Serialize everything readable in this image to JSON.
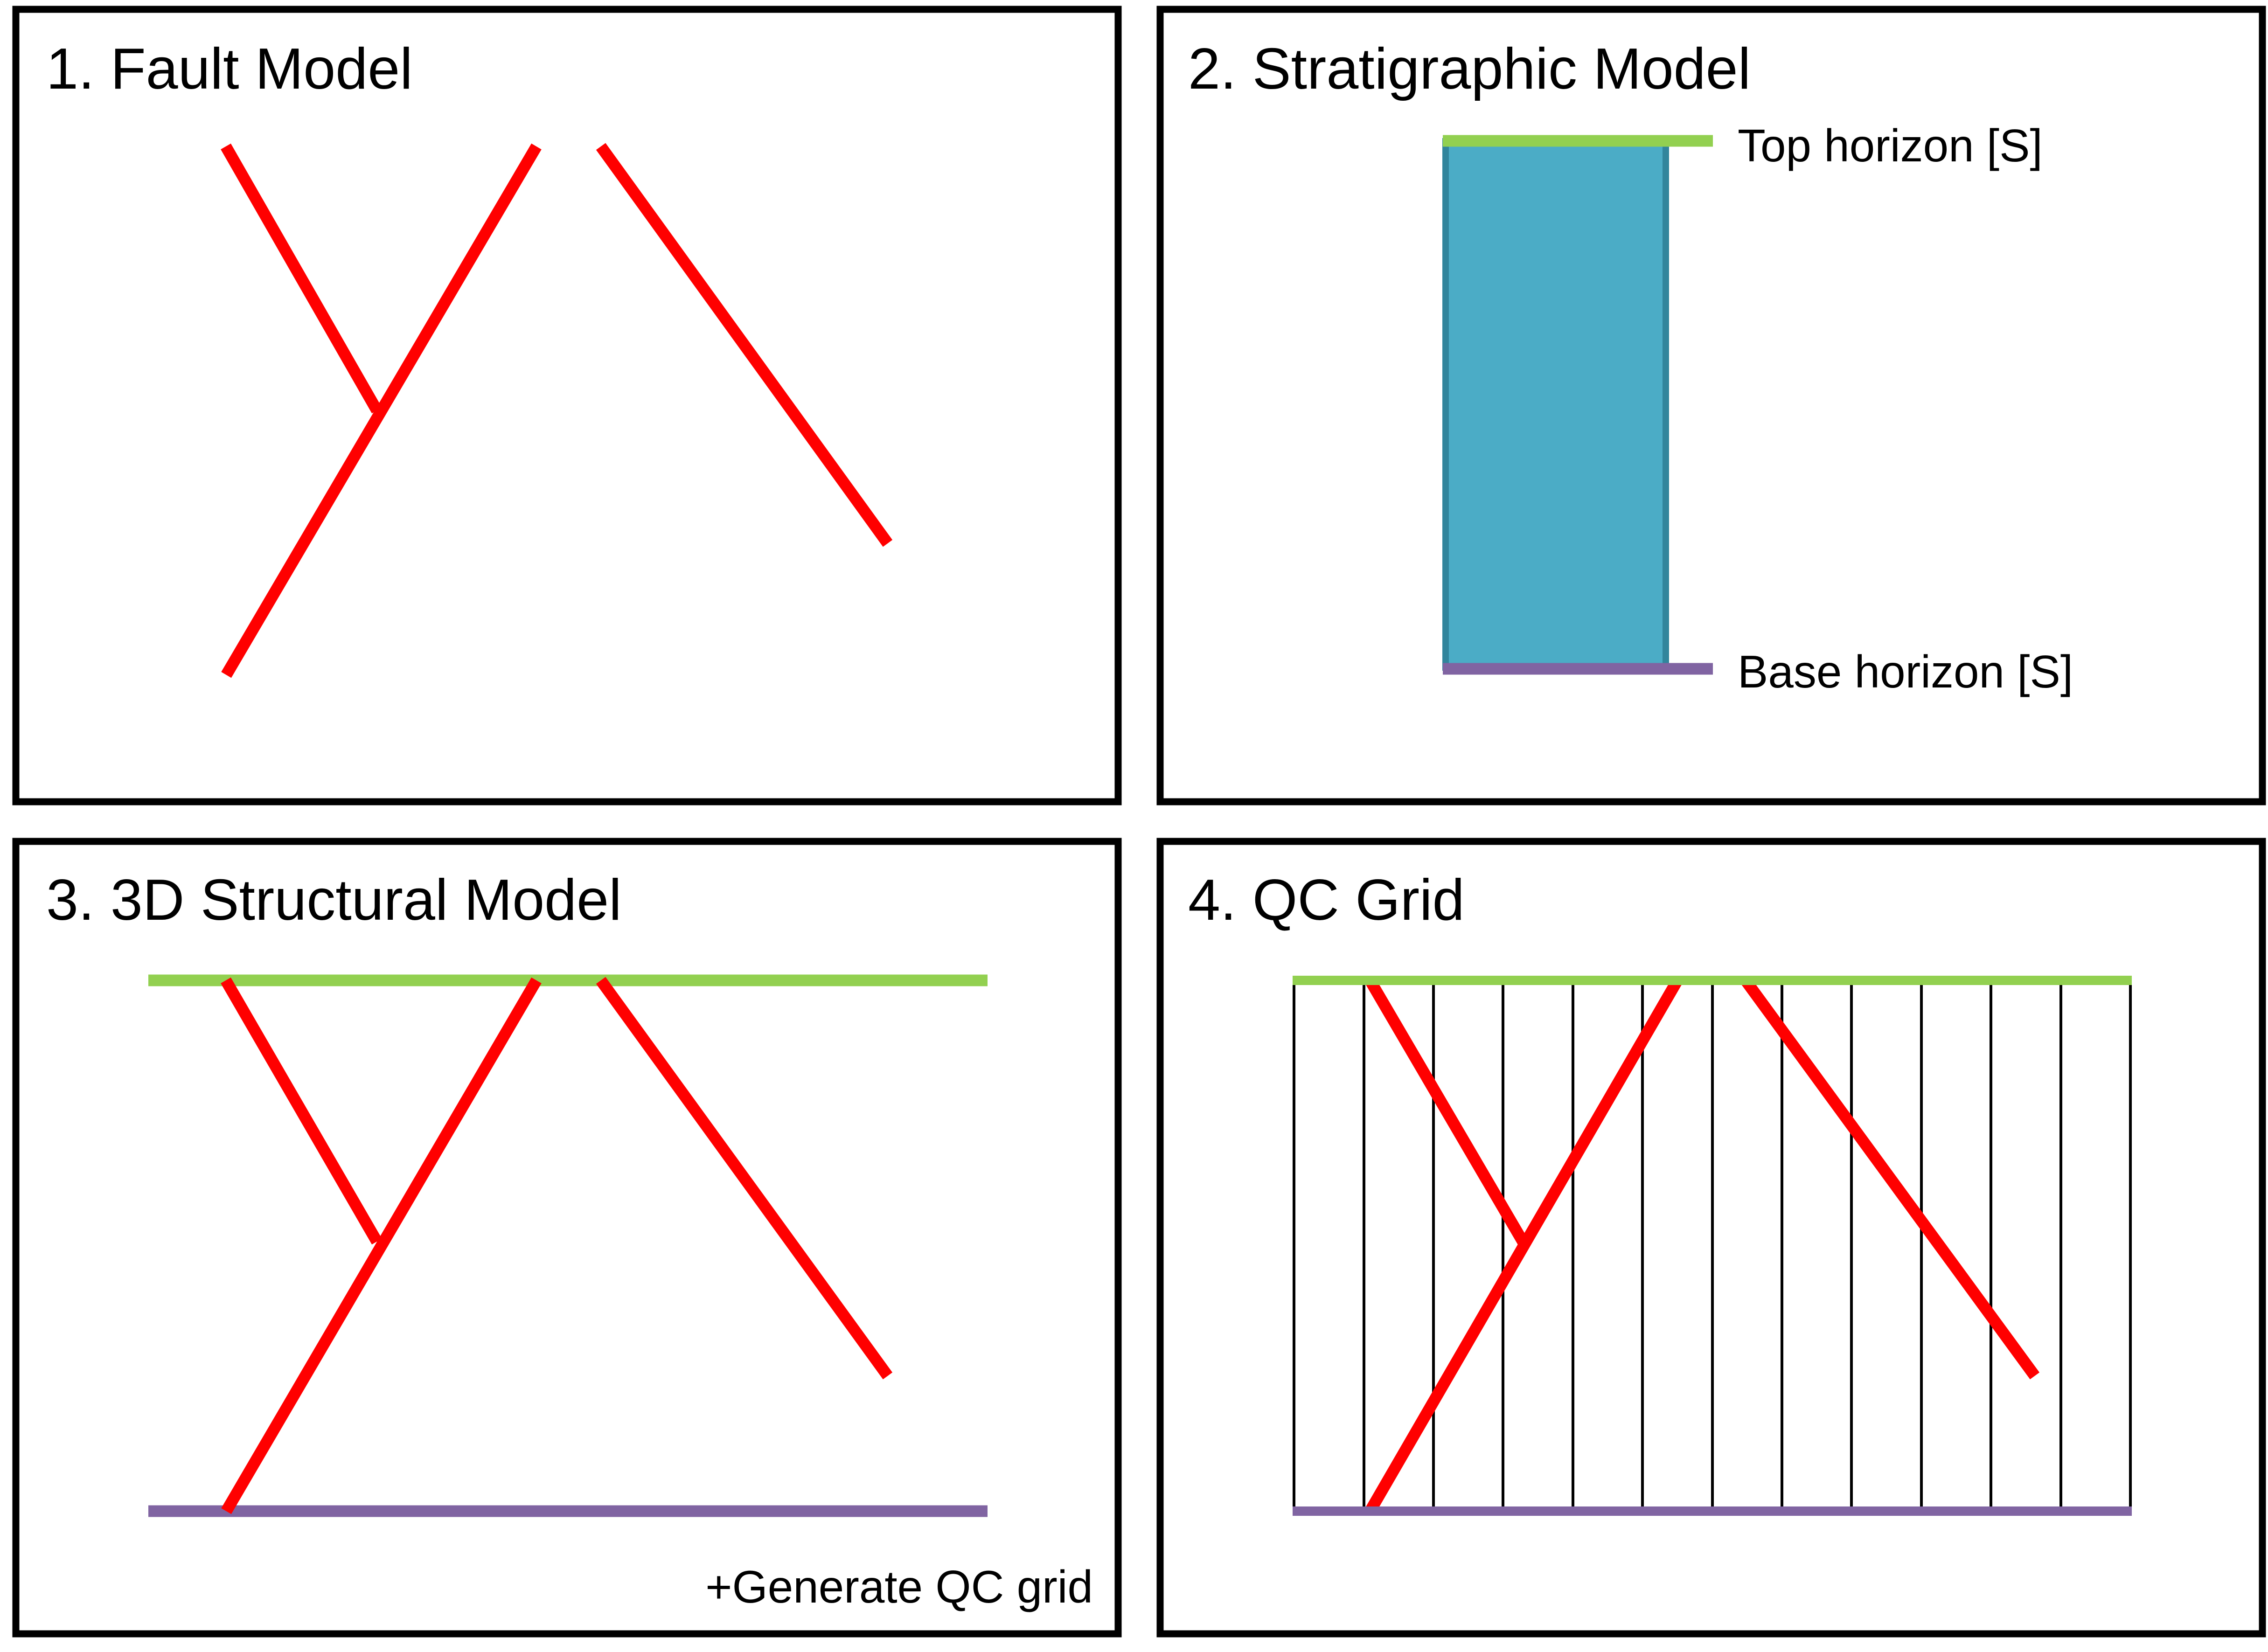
{
  "panels": [
    {
      "title": "1. Fault Model"
    },
    {
      "title": "2. Stratigraphic Model",
      "top_label": "Top horizon [S]",
      "base_label": "Base horizon [S]"
    },
    {
      "title": "3. 3D Structural Model",
      "footer": "+Generate QC grid"
    },
    {
      "title": "4. QC Grid"
    }
  ],
  "colors": {
    "fault": "#ff0000",
    "top_horizon": "#92d050",
    "base_horizon": "#8064a2",
    "strat_fill": "#4bacc6",
    "strat_edge": "#31859c",
    "frame": "#000000"
  }
}
